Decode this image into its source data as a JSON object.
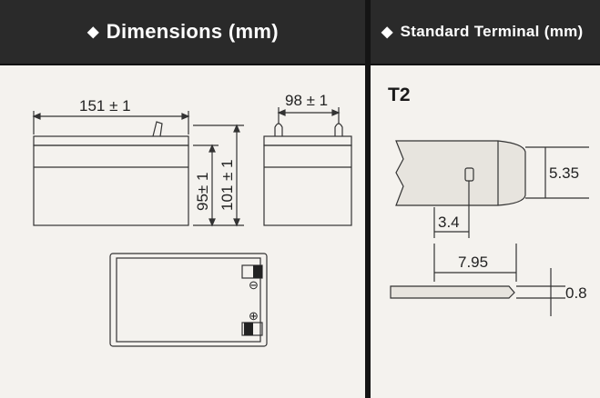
{
  "left_panel": {
    "header_icon": "diamond-icon",
    "header_title": "Dimensions (mm)",
    "dims": {
      "length": "151 ± 1",
      "width": "98 ± 1",
      "height_body": "95± 1",
      "height_total": "101 ± 1"
    },
    "terminal_symbols": {
      "negative": "⊖",
      "positive": "⊕"
    }
  },
  "right_panel": {
    "header_icon": "diamond-icon",
    "header_title": "Standard Terminal (mm)",
    "terminal_type": "T2",
    "dims": {
      "tab_height": "5.35",
      "hole_offset": "3.4",
      "tab_length": "7.95",
      "thickness": "0.8"
    }
  }
}
